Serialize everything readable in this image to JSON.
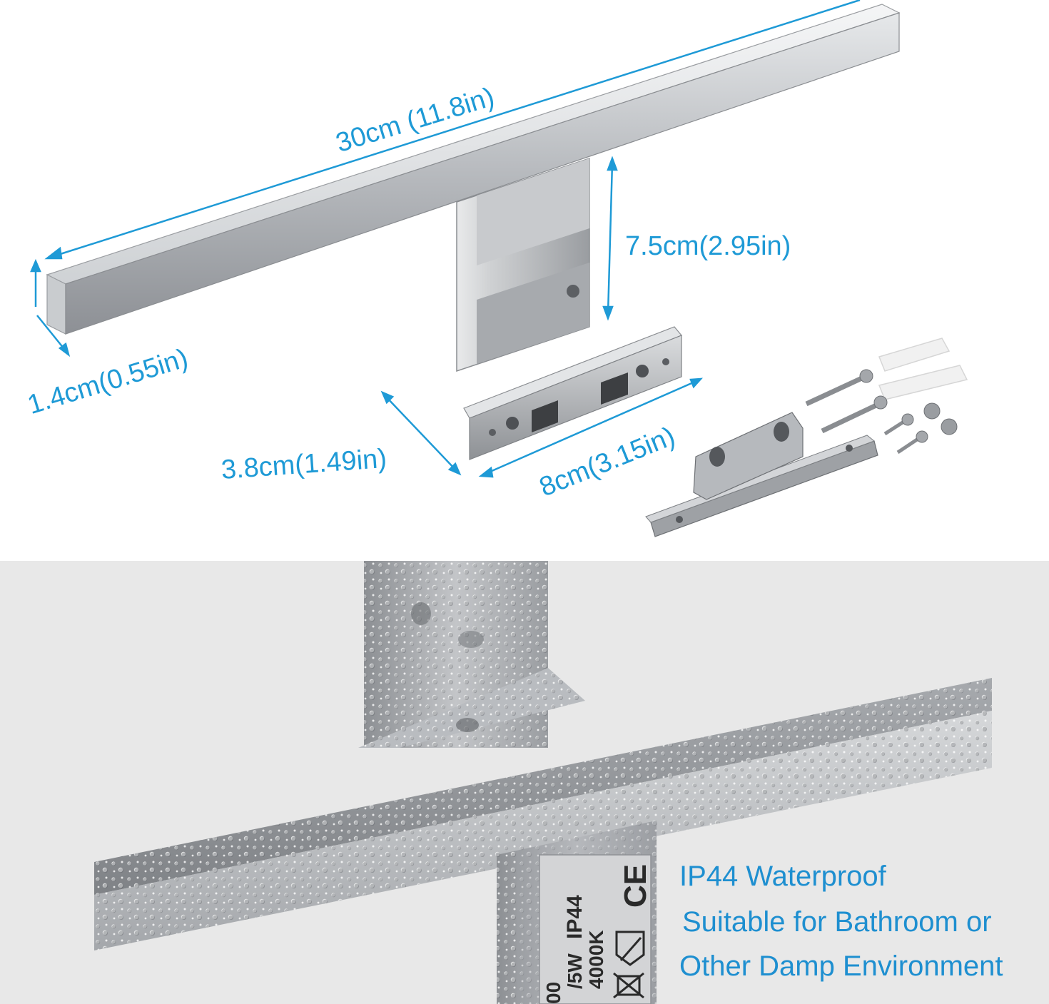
{
  "dimensions": {
    "length": "30cm (11.8in)",
    "height": "7.5cm(2.95in)",
    "bar_thickness": "1.4cm(0.55in)",
    "depth": "3.8cm(1.49in)",
    "base_width": "8cm(3.15in)"
  },
  "waterproof": {
    "line1": "IP44 Waterproof",
    "line2": "Suitable for Bathroom  or",
    "line3": "Other Damp Environment"
  },
  "product_label": {
    "rating": "IP44",
    "power": "/5W",
    "color_temp": "4000K",
    "partial_code": "00",
    "ce_mark": "CE"
  },
  "colors": {
    "accent": "#1e9ad6",
    "chrome": "#bfc2c6",
    "background_bottom": "#e8e8e8"
  }
}
